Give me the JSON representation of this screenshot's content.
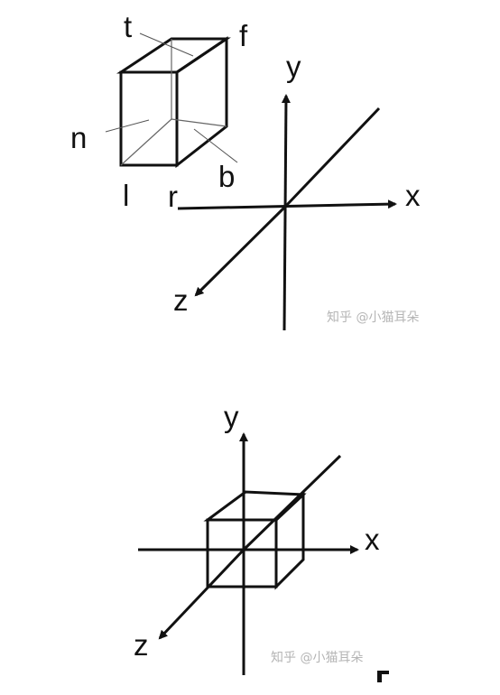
{
  "figure_top": {
    "labels": {
      "t": "t",
      "f": "f",
      "n": "n",
      "b": "b",
      "l": "l",
      "r": "r",
      "x": "x",
      "y": "y",
      "z": "z"
    },
    "watermark": "知乎 @小猫耳朵"
  },
  "figure_bottom": {
    "labels": {
      "x": "x",
      "y": "y",
      "z": "z"
    },
    "watermark": "知乎 @小猫耳朵"
  },
  "colors": {
    "ink": "#111111",
    "background": "#ffffff",
    "watermark": "#b5b5b5"
  }
}
